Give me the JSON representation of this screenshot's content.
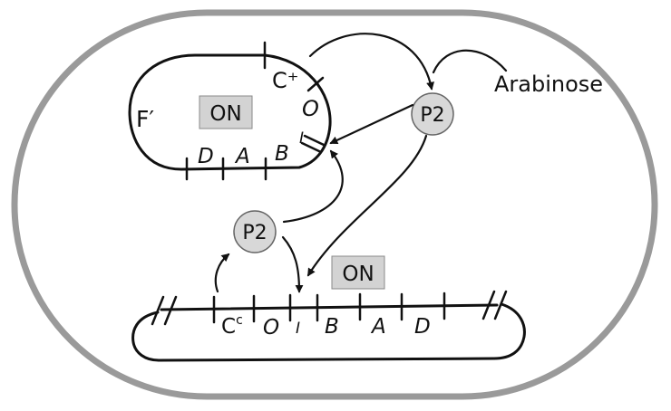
{
  "diagram": {
    "colors": {
      "cell_fill": "#ffffff",
      "cell_border": "#9a9a9a",
      "ink": "#111111",
      "badge_fill": "#d3d3d3",
      "node_fill": "#d8d8d8"
    },
    "inducer": {
      "label": "Arabinose"
    },
    "plasmid": {
      "name": "F′",
      "state": "ON",
      "genes": {
        "c": "C⁺",
        "o": "O",
        "i": "I",
        "b": "B",
        "a": "A",
        "d": "D"
      }
    },
    "protein_nodes": [
      {
        "label": "P2"
      },
      {
        "label": "P2"
      }
    ],
    "chromosome": {
      "state": "ON",
      "genes": {
        "c": "C",
        "c_sup": "c",
        "o": "O",
        "i": "I",
        "b": "B",
        "a": "A",
        "d": "D"
      }
    }
  }
}
